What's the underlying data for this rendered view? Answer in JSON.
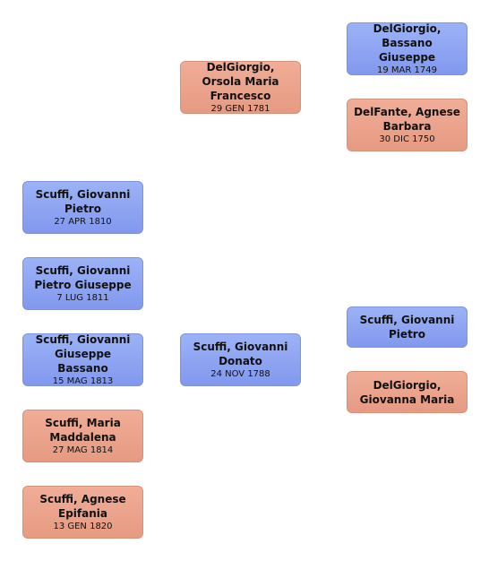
{
  "people": {
    "child1": {
      "name": "Scuffi, Giovanni Pietro",
      "date": "27 APR 1810"
    },
    "child2": {
      "name": "Scuffi, Giovanni Pietro Giuseppe",
      "date": "7 LUG 1811"
    },
    "child3": {
      "name": "Scuffi, Giovanni Giuseppe Bassano",
      "date": "15 MAG 1813"
    },
    "child4": {
      "name": "Scuffi, Maria Maddalena",
      "date": "27 MAG 1814"
    },
    "child5": {
      "name": "Scuffi, Agnese Epifania",
      "date": "13 GEN 1820"
    },
    "father": {
      "name": "Scuffi, Giovanni Donato",
      "date": "24 NOV 1788"
    },
    "mother": {
      "name": "DelGiorgio, Orsola Maria Francesco",
      "date": "29 GEN 1781"
    },
    "maternal_grandfather": {
      "name": "DelGiorgio, Bassano Giuseppe",
      "date": "19 MAR 1749"
    },
    "maternal_grandmother": {
      "name": "DelFante, Agnese Barbara",
      "date": "30 DIC 1750"
    },
    "paternal_grandfather": {
      "name": "Scuffi, Giovanni Pietro",
      "date": ""
    },
    "paternal_grandmother": {
      "name": "DelGiorgio, Giovanna Maria",
      "date": ""
    }
  }
}
